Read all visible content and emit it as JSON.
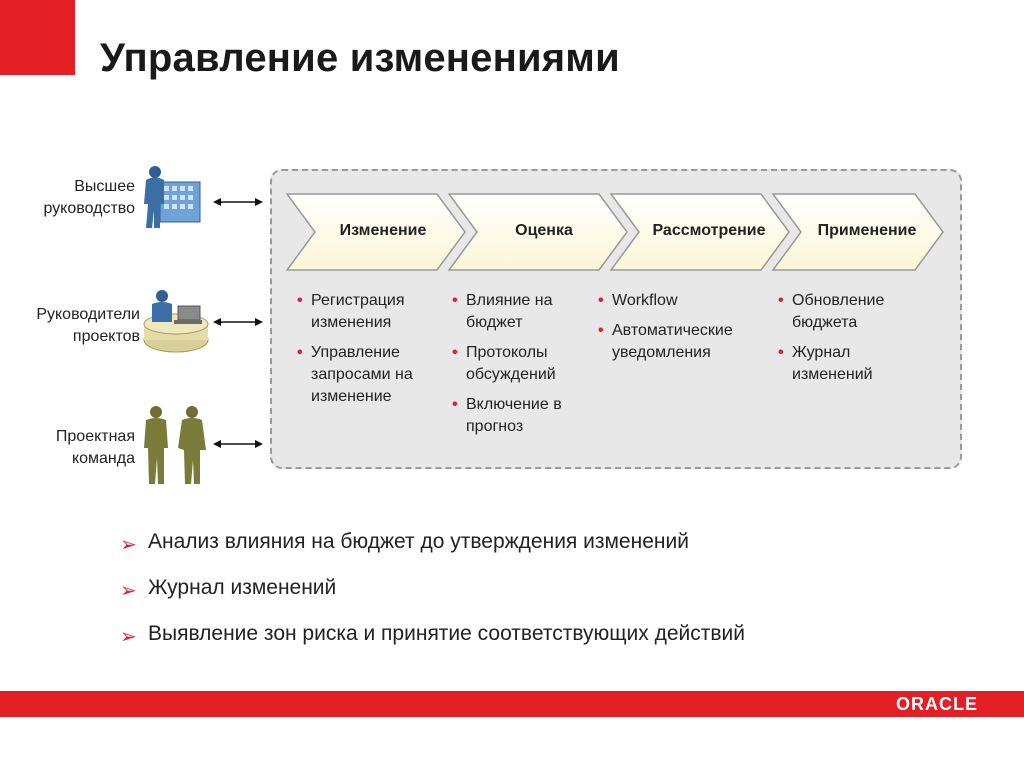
{
  "title": "Управление изменениями",
  "roles": [
    {
      "label_lines": [
        "Высшее",
        "руководство"
      ]
    },
    {
      "label_lines": [
        "Руководители",
        "проектов"
      ]
    },
    {
      "label_lines": [
        "Проектная",
        "команда"
      ]
    }
  ],
  "stages": [
    {
      "label": "Изменение",
      "bullets": [
        "Регистрация изменения",
        "Управление запросами на изменение"
      ]
    },
    {
      "label": "Оценка",
      "bullets": [
        "Влияние на бюджет",
        "Протоколы обсуждений",
        "Включение в прогноз"
      ]
    },
    {
      "label": "Рассмотрение",
      "bullets": [
        "Workflow",
        "Автоматические уведомления"
      ]
    },
    {
      "label": "Применение",
      "bullets": [
        "Обновление бюджета",
        "Журнал изменений"
      ]
    }
  ],
  "bottom_bullets": [
    "Анализ влияния на бюджет до утверждения изменений",
    "Журнал изменений",
    "Выявление зон риска и принятие соответствующих действий"
  ],
  "logo_text": "ORACLE",
  "colors": {
    "accent": "#e31e24",
    "panel": "#e8e8e8",
    "figure_blue": "#3a6ea5",
    "figure_olive": "#7a7a3a"
  }
}
